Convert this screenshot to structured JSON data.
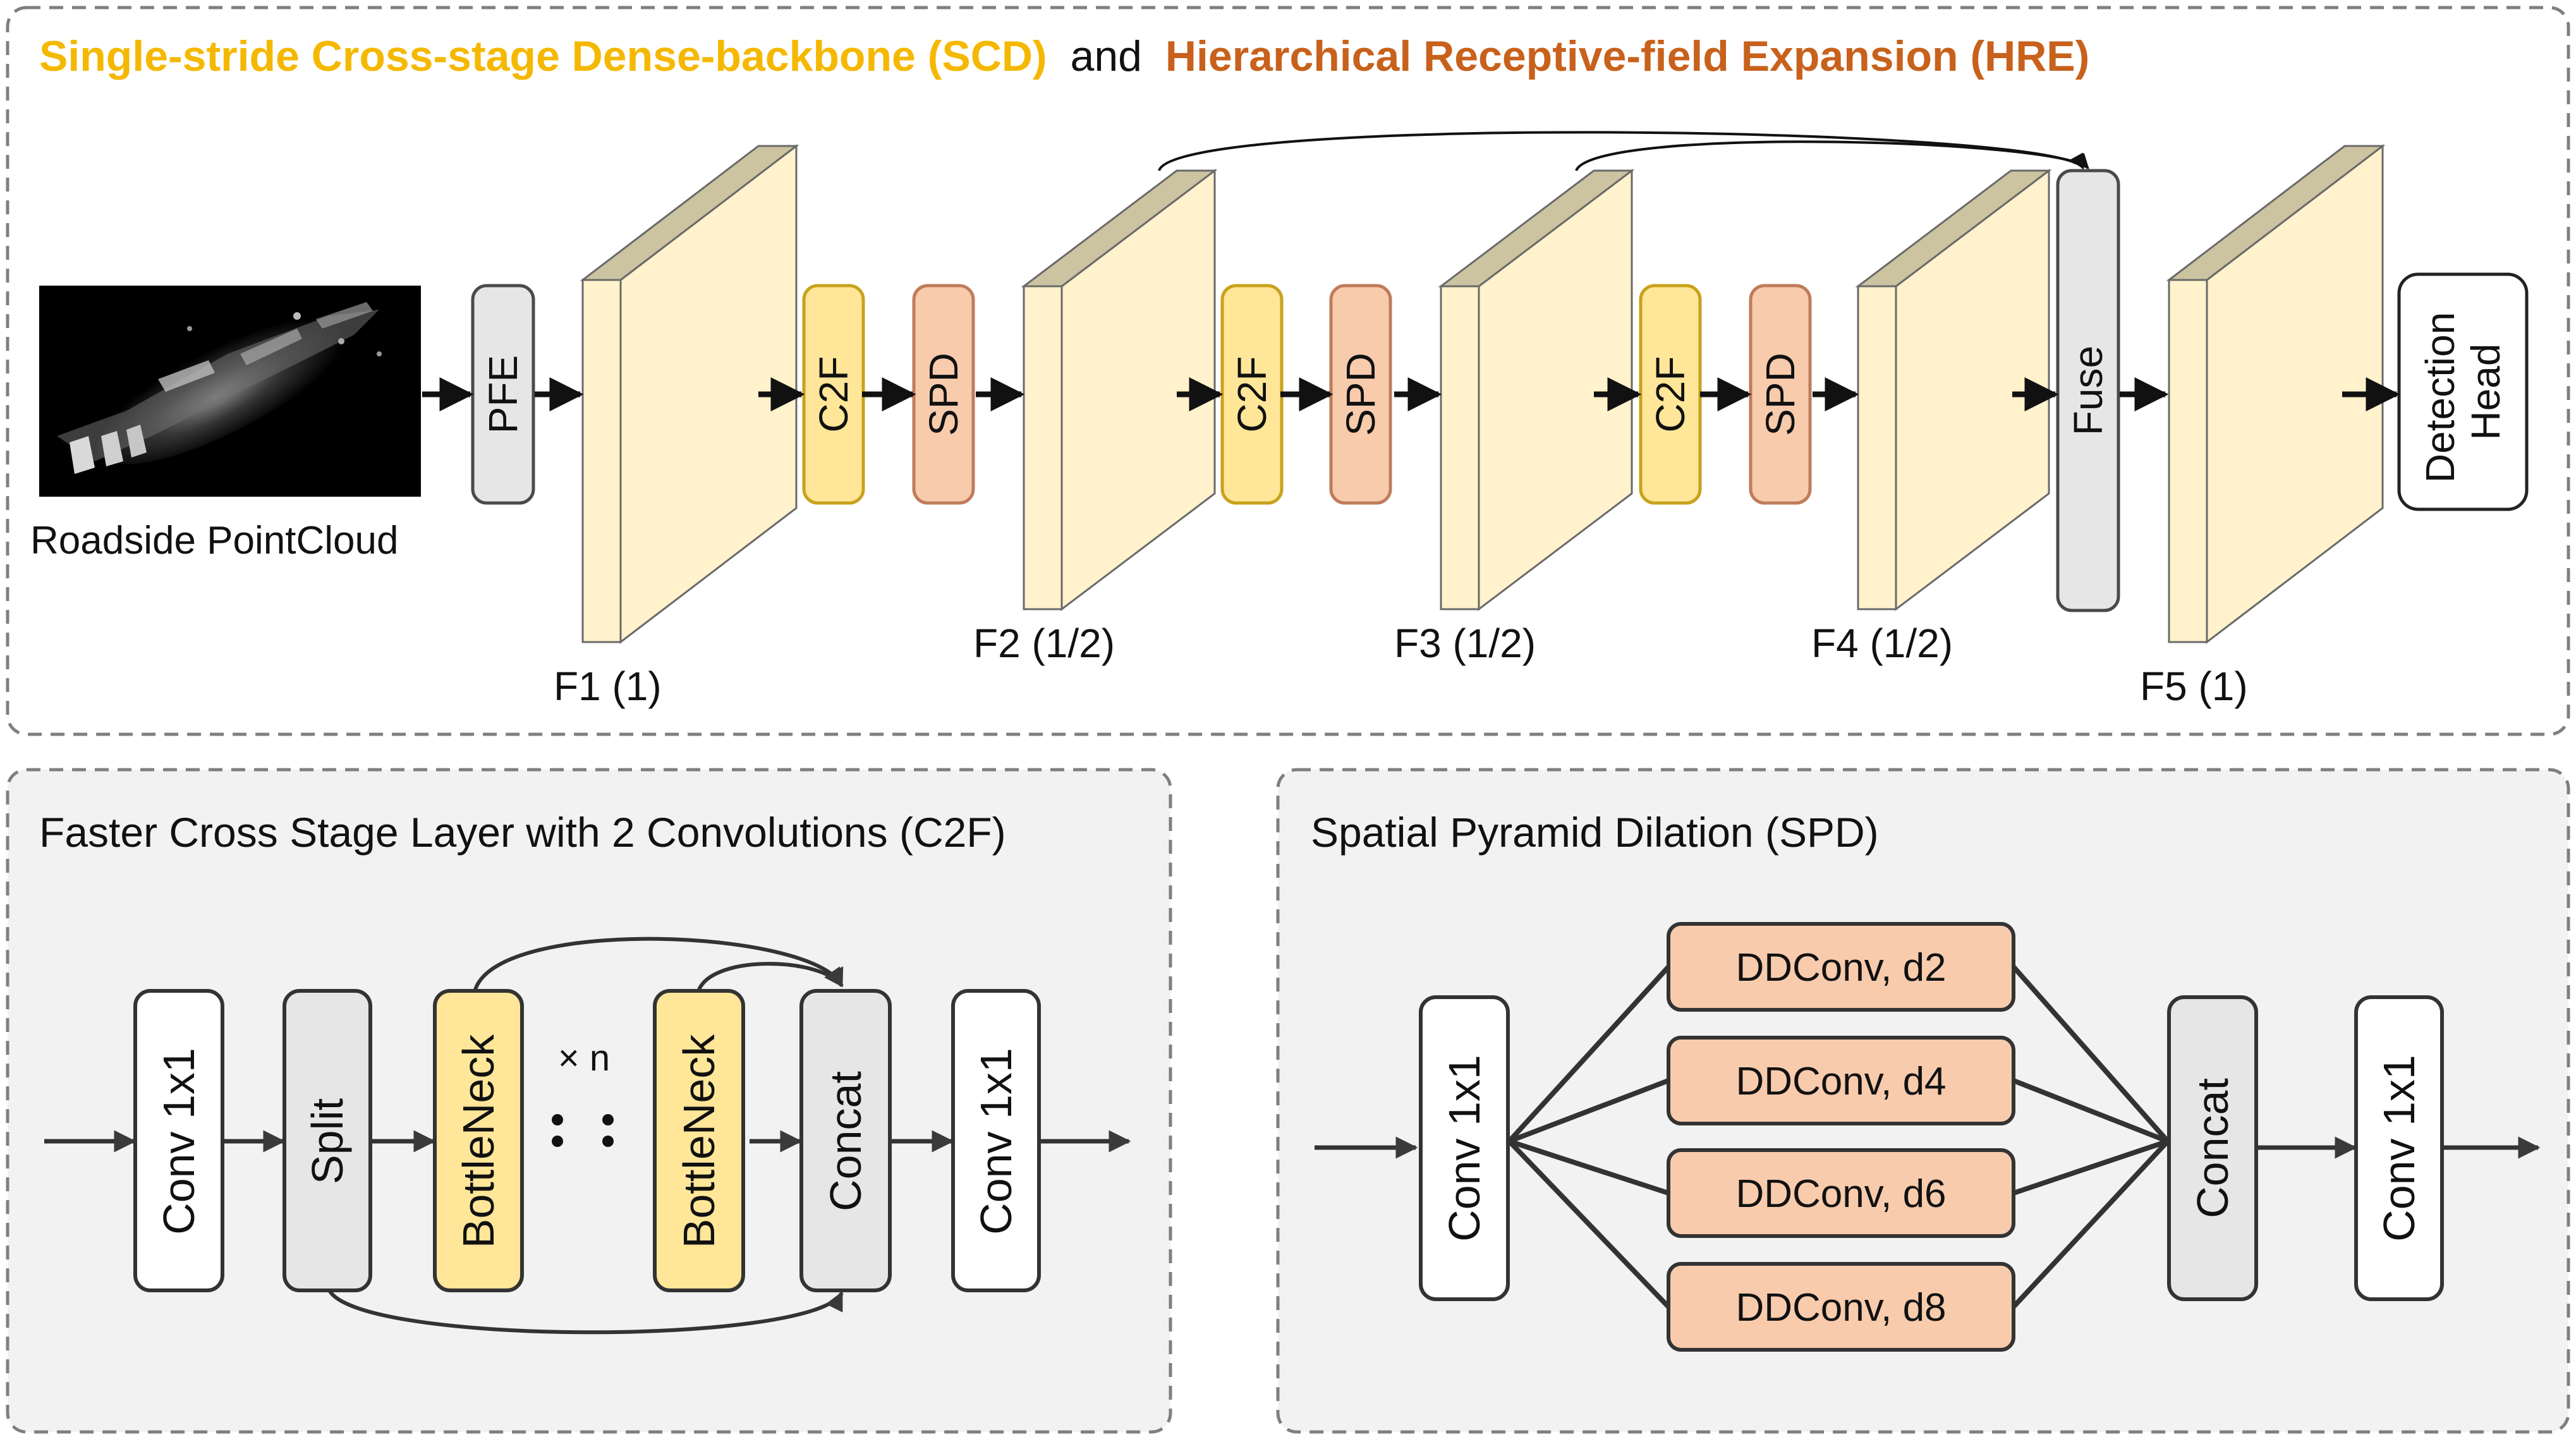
{
  "colors": {
    "scd_accent": "#f5b800",
    "hre_accent": "#c8611c",
    "c2f_fill": "#ffe699",
    "c2f_stroke": "#c9a21b",
    "spd_fill": "#f8cbad",
    "spd_stroke": "#bf7c5a",
    "feature_front": "#fff2cc",
    "feature_side": "#ccc3a0",
    "gray_block": "#e7e6e6",
    "panel_bg": "#f2f2f2",
    "panel_border": "#7f7f7f"
  },
  "top": {
    "title_scd": "Single-stride Cross-stage Dense-backbone (SCD)",
    "title_and": "and",
    "title_hre": "Hierarchical Receptive-field Expansion (HRE)",
    "input_caption": "Roadside PointCloud",
    "pfe": "PFE",
    "c2f": "C2F",
    "spd": "SPD",
    "fuse": "Fuse",
    "head_line1": "Detection",
    "head_line2": "Head",
    "features": [
      "F1 (1)",
      "F2 (1/2)",
      "F3 (1/2)",
      "F4 (1/2)",
      "F5 (1)"
    ]
  },
  "c2f_panel": {
    "title": "Faster Cross Stage Layer with 2 Convolutions (C2F)",
    "conv_in": "Conv 1x1",
    "split": "Split",
    "bottleneck": "BottleNeck",
    "repeat": "× n",
    "concat": "Concat",
    "conv_out": "Conv 1x1"
  },
  "spd_panel": {
    "title": "Spatial Pyramid Dilation (SPD)",
    "conv_in": "Conv 1x1",
    "branches": [
      "DDConv, d2",
      "DDConv, d4",
      "DDConv, d6",
      "DDConv, d8"
    ],
    "concat": "Concat",
    "conv_out": "Conv 1x1"
  }
}
